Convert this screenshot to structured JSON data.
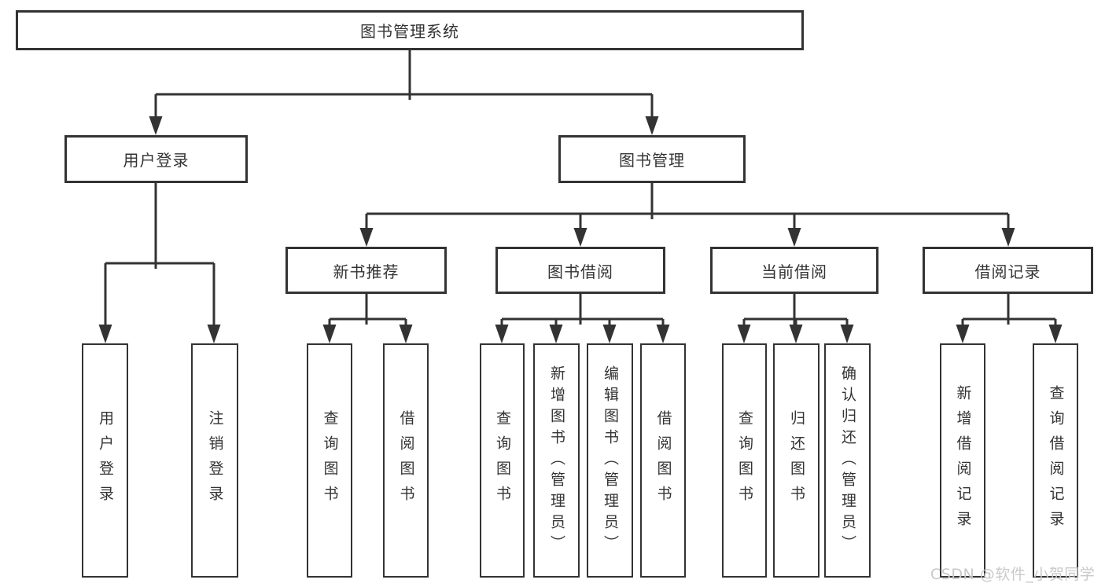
{
  "diagram": {
    "root": {
      "label": "图书管理系统"
    },
    "nodes": {
      "user_login": {
        "label": "用户登录",
        "children": [
          {
            "label": "用户登录"
          },
          {
            "label": "注销登录"
          }
        ]
      },
      "book_management": {
        "label": "图书管理",
        "sections": [
          {
            "label": "新书推荐",
            "children": [
              {
                "label": "查询图书"
              },
              {
                "label": "借阅图书"
              }
            ]
          },
          {
            "label": "图书借阅",
            "children": [
              {
                "label": "查询图书"
              },
              {
                "label": "新增图书（管理员）"
              },
              {
                "label": "编辑图书（管理员）"
              },
              {
                "label": "借阅图书"
              }
            ]
          },
          {
            "label": "当前借阅",
            "children": [
              {
                "label": "查询图书"
              },
              {
                "label": "归还图书"
              },
              {
                "label": "确认归还（管理员）"
              }
            ]
          },
          {
            "label": "借阅记录",
            "children": [
              {
                "label": "新增借阅记录"
              },
              {
                "label": "查询借阅记录"
              }
            ]
          }
        ]
      }
    }
  },
  "watermark": {
    "text": "CSDN @软件_小贺同学"
  },
  "colors": {
    "line": "#333333",
    "text": "#333333",
    "watermark": "#c9c9c9",
    "canvas": "#ffffff"
  }
}
